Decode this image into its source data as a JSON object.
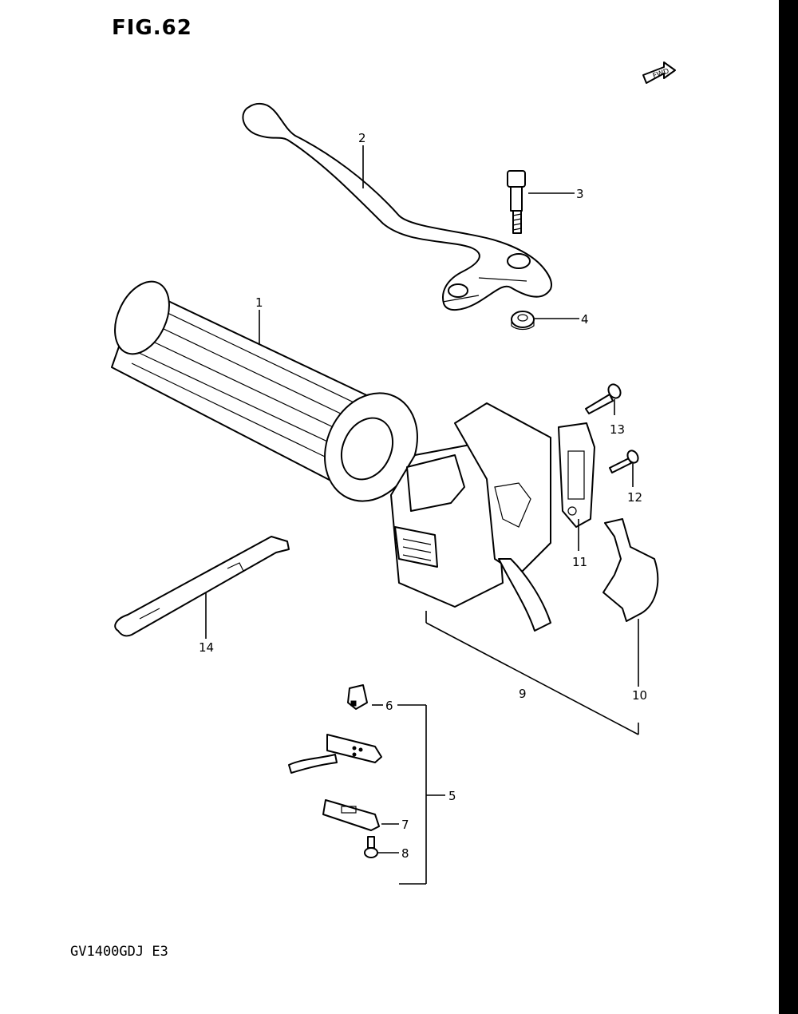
{
  "figure": {
    "title": "FIG.62",
    "model_code": "GV1400GDJ E3",
    "direction_marker": "FWD"
  },
  "callouts": [
    {
      "id": "callout-1",
      "label": "1"
    },
    {
      "id": "callout-2",
      "label": "2"
    },
    {
      "id": "callout-3",
      "label": "3"
    },
    {
      "id": "callout-4",
      "label": "4"
    },
    {
      "id": "callout-5",
      "label": "5"
    },
    {
      "id": "callout-6",
      "label": "6"
    },
    {
      "id": "callout-7",
      "label": "7"
    },
    {
      "id": "callout-8",
      "label": "8"
    },
    {
      "id": "callout-9",
      "label": "9"
    },
    {
      "id": "callout-10",
      "label": "10"
    },
    {
      "id": "callout-11",
      "label": "11"
    },
    {
      "id": "callout-12",
      "label": "12"
    },
    {
      "id": "callout-13",
      "label": "13"
    },
    {
      "id": "callout-14",
      "label": "14"
    }
  ]
}
